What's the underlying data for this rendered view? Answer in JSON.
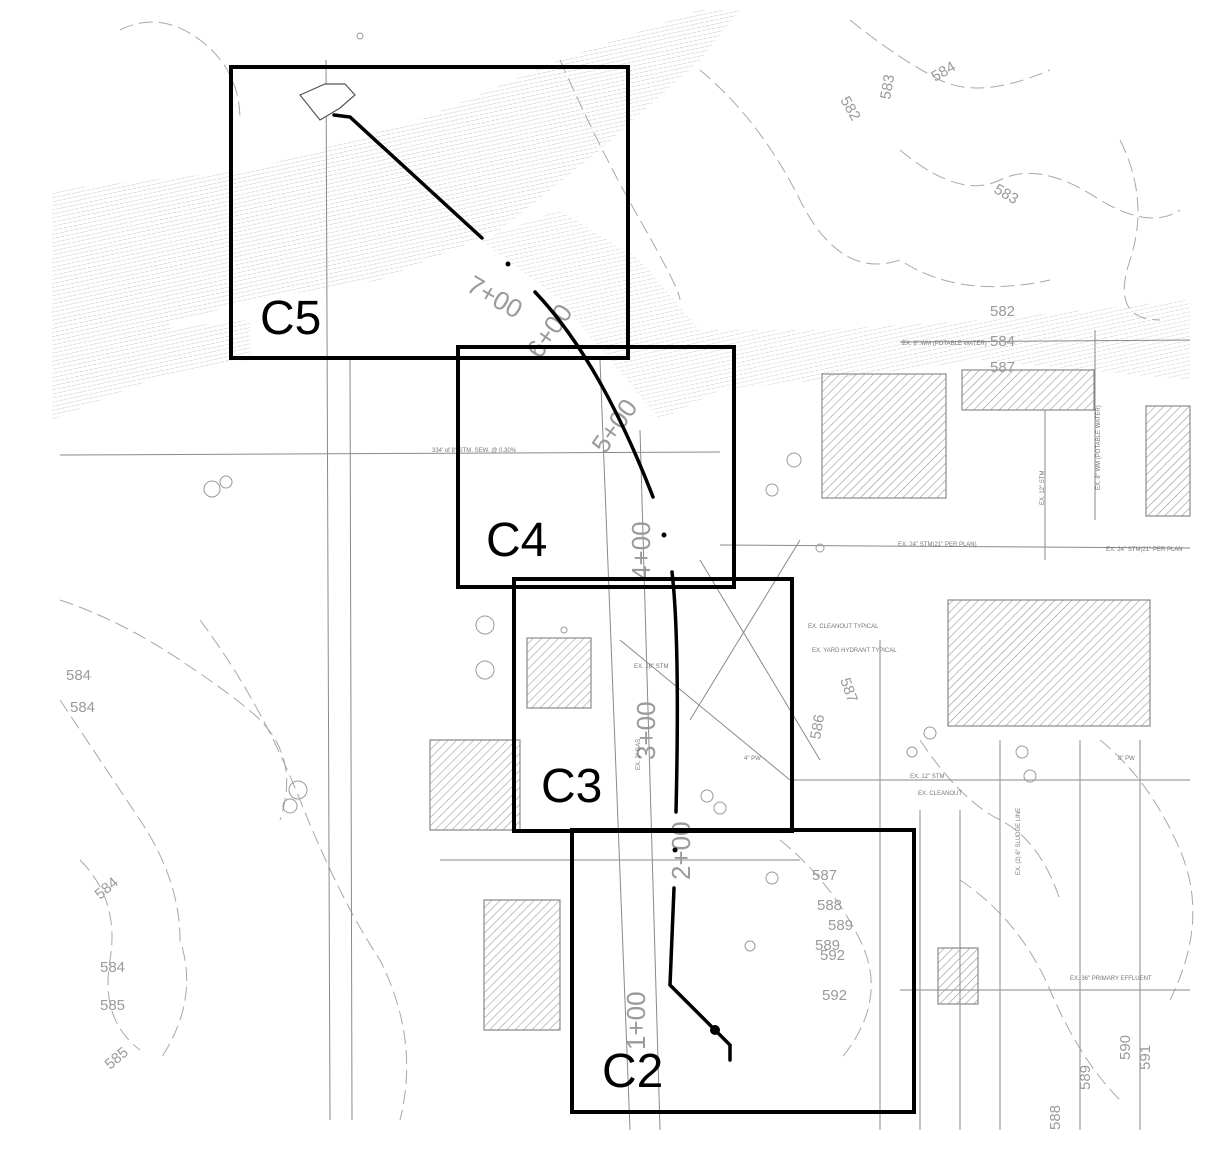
{
  "sheet_keys": [
    {
      "id": "C5",
      "label": "C5"
    },
    {
      "id": "C4",
      "label": "C4"
    },
    {
      "id": "C3",
      "label": "C3"
    },
    {
      "id": "C2",
      "label": "C2"
    }
  ],
  "contour_labels": [
    "582",
    "583",
    "584",
    "585",
    "586",
    "587",
    "588",
    "589",
    "590",
    "591",
    "592",
    "584",
    "584",
    "584",
    "585",
    "582",
    "584",
    "587",
    "583",
    "588"
  ],
  "notes": {
    "wm_potable": "EX. 8\" WM (POTABLE WATER)",
    "stm_sew": "334' of 8\" STM. SEW. @ 0.30%",
    "stm_24": "EX. 24\" STM(21\" PER PLAN)",
    "stm_24b": "EX. 24\" STM(21\" PER PLAN",
    "stm_12": "EX. 12\" STM",
    "cleanout_typ": "EX. CLEANOUT TYPICAL",
    "yard_hydrant": "EX. YARD HYDRANT TYPICAL",
    "stm_18": "EX. 18\" STM",
    "cleanout": "EX. CLEANOUT",
    "sludge": "EX. (2) 6\" SLUDGE LINE",
    "primary_effluent": "EX. 36\" PRIMARY EFFLUENT",
    "pw_8": "8\" PW",
    "pw_4": "4\" PW",
    "gas_2": "EX. 2\" GAS"
  },
  "stations": [
    "1+00",
    "2+00",
    "3+00",
    "4+00",
    "5+00",
    "6+00",
    "7+00"
  ]
}
